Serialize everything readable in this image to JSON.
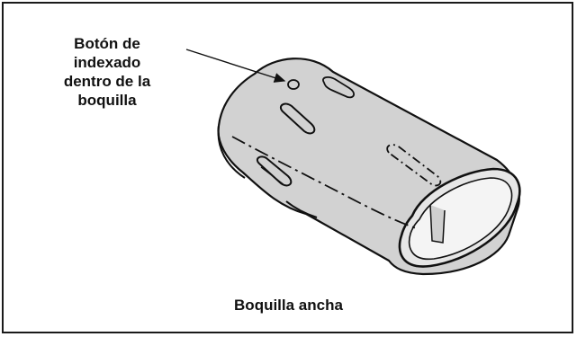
{
  "callout": {
    "lines": [
      "Botón de",
      "indexado",
      "dentro de la",
      "boquilla"
    ]
  },
  "caption": "Boquilla ancha",
  "colors": {
    "body_fill": "#d2d2d2",
    "outline": "#111111",
    "border": "#1a1a1a"
  }
}
